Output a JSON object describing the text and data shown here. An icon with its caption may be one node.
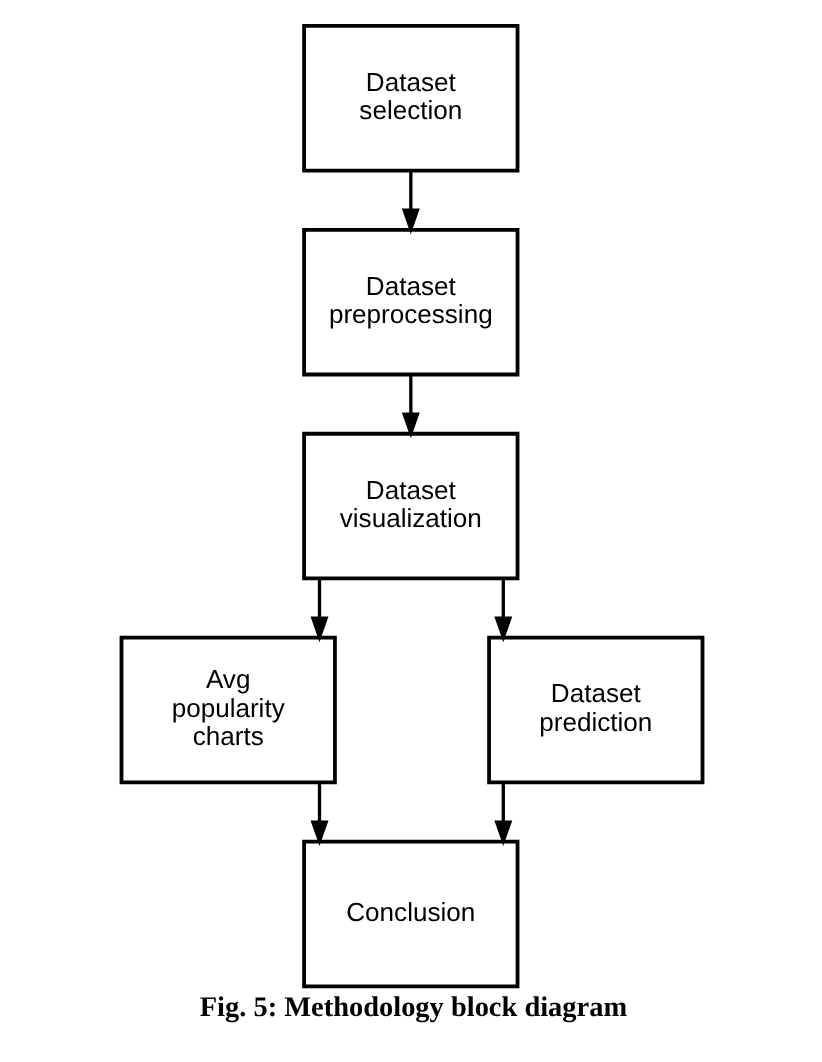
{
  "diagram": {
    "caption": "Fig. 5: Methodology block diagram",
    "nodes": [
      {
        "text": [
          "Dataset selection"
        ]
      },
      {
        "text": [
          "Dataset preprocessing"
        ]
      },
      {
        "text": [
          "Dataset visualization"
        ]
      },
      {
        "text": [
          "Avg popularity charts"
        ]
      },
      {
        "text": [
          "Dataset prediction"
        ]
      },
      {
        "text": [
          "Conclusion"
        ]
      }
    ],
    "edges": [
      {
        "from": 0,
        "to": 1,
        "arrow": "to"
      },
      {
        "from": 1,
        "to": 2,
        "arrow": "to"
      },
      {
        "from": 2,
        "to": 3,
        "arrow": "to"
      },
      {
        "from": 2,
        "to": 4,
        "arrow": "to"
      },
      {
        "from": 3,
        "to": 5,
        "arrow": "to"
      },
      {
        "from": 4,
        "to": 5,
        "arrow": "to"
      }
    ]
  }
}
